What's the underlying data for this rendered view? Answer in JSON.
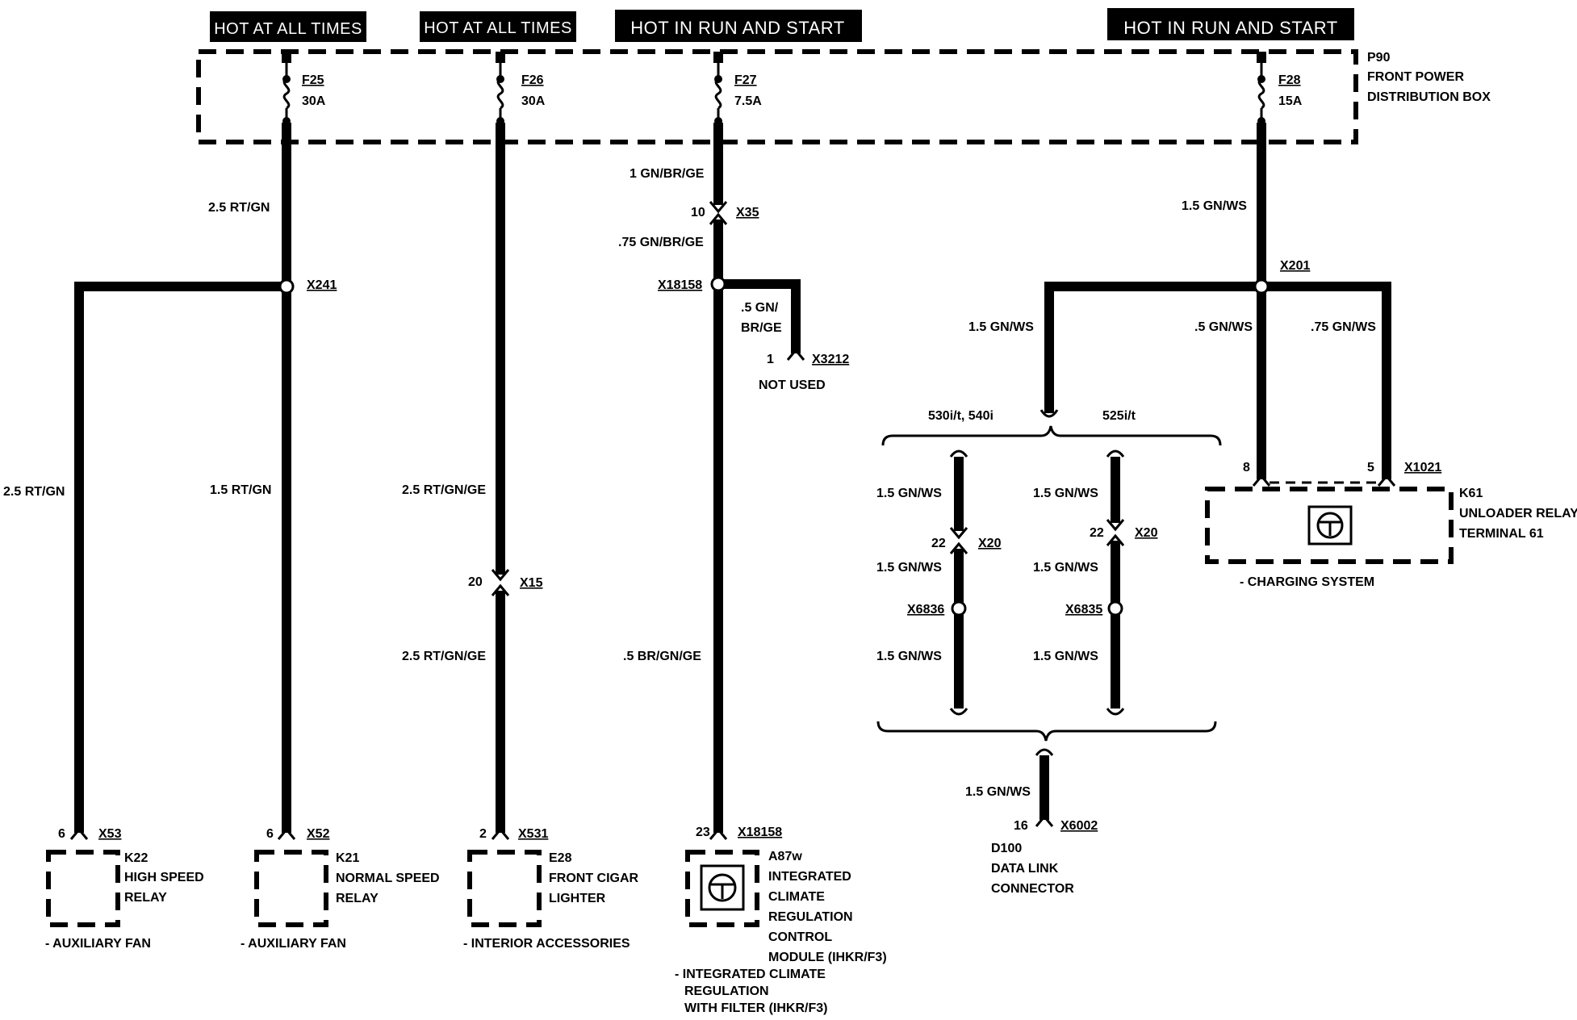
{
  "banners": {
    "b1": "HOT AT ALL TIMES",
    "b2": "HOT AT ALL TIMES",
    "b3": "HOT IN RUN AND START",
    "b4": "HOT IN RUN AND START"
  },
  "power_box": {
    "id": "P90",
    "name_line1": "FRONT POWER",
    "name_line2": "DISTRIBUTION BOX"
  },
  "fuses": [
    {
      "id": "F25",
      "rating": "30A"
    },
    {
      "id": "F26",
      "rating": "30A"
    },
    {
      "id": "F27",
      "rating": "7.5A"
    },
    {
      "id": "F28",
      "rating": "15A"
    }
  ],
  "wires": {
    "f25_main": "2.5 RT/GN",
    "x241_left": "2.5 RT/GN",
    "x241_right": "1.5 RT/GN",
    "f26_upper": "2.5 RT/GN/GE",
    "f26_lower": "2.5 RT/GN/GE",
    "f27_upper": "1 GN/BR/GE",
    "f27_mid": ".75 GN/BR/GE",
    "f27_lower": ".5 BR/GN/GE",
    "x3212_line1": ".5 GN/",
    "x3212_line2": "BR/GE",
    "f28_main": "1.5 GN/WS",
    "x201_left": "1.5 GN/WS",
    "x201_mid": ".5 GN/WS",
    "x201_right": ".75 GN/WS",
    "x20a_top": "1.5 GN/WS",
    "x20a_mid": "1.5 GN/WS",
    "x20a_bot": "1.5 GN/WS",
    "x20b_top": "1.5 GN/WS",
    "x20b_mid": "1.5 GN/WS",
    "x20b_bot": "1.5 GN/WS",
    "x6002": "1.5 GN/WS"
  },
  "splices": {
    "x241": "X241",
    "x18158": "X18158",
    "x201": "X201",
    "x6836": "X6836",
    "x6835": "X6835"
  },
  "connectors": {
    "x35_pin": "10",
    "x35": "X35",
    "x15_pin": "20",
    "x15": "X15",
    "x3212_pin": "1",
    "x3212": "X3212",
    "not_used": "NOT USED",
    "x20a_pin": "22",
    "x20a": "X20",
    "x20b_pin": "22",
    "x20b": "X20",
    "x1021_pin8": "8",
    "x1021_pin5": "5",
    "x1021": "X1021",
    "x6002_pin": "16",
    "x6002": "X6002"
  },
  "options": {
    "left": "530i/t, 540i",
    "right": "525i/t"
  },
  "components": {
    "k22": {
      "pin": "6",
      "conn": "X53",
      "id": "K22",
      "line1": "HIGH SPEED",
      "line2": "RELAY",
      "note": "- AUXILIARY FAN"
    },
    "k21": {
      "pin": "6",
      "conn": "X52",
      "id": "K21",
      "line1": "NORMAL SPEED",
      "line2": "RELAY",
      "note": "- AUXILIARY FAN"
    },
    "e28": {
      "pin": "2",
      "conn": "X531",
      "id": "E28",
      "line1": "FRONT CIGAR",
      "line2": "LIGHTER",
      "note": "- INTERIOR ACCESSORIES"
    },
    "a87w": {
      "pin": "23",
      "conn": "X18158",
      "id": "A87w",
      "line1": "INTEGRATED",
      "line2": "CLIMATE",
      "line3": "REGULATION",
      "line4": "CONTROL",
      "line5": "MODULE (IHKR/F3)",
      "note1": "- INTEGRATED CLIMATE",
      "note2": "REGULATION",
      "note3": "WITH FILTER (IHKR/F3)"
    },
    "k61": {
      "id": "K61",
      "line1": "UNLOADER RELAY,",
      "line2": "TERMINAL 61",
      "note": "- CHARGING SYSTEM"
    },
    "d100": {
      "id": "D100",
      "line1": "DATA LINK",
      "line2": "CONNECTOR"
    }
  }
}
